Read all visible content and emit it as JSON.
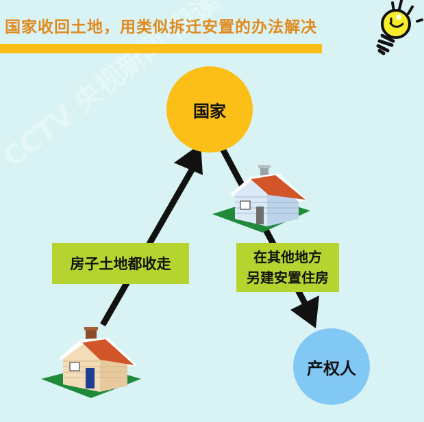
{
  "header": {
    "title": "国家收回土地，用类似拆迁安置的办法解决",
    "icon": "lightbulb-icon"
  },
  "watermark": {
    "text": "CCTV 央视新闻·深读"
  },
  "diagram": {
    "nodes": {
      "state": {
        "label": "国家",
        "color": "#fbbf17"
      },
      "owner": {
        "label": "产权人",
        "color": "#82c8f5"
      }
    },
    "edges": [
      {
        "from": "owner-house",
        "to": "state",
        "label": "房子土地都收走"
      },
      {
        "from": "state",
        "to": "owner",
        "label_lines": [
          "在其他地方",
          "另建安置住房"
        ]
      }
    ],
    "houses": [
      {
        "name": "original-house",
        "wall_color": "#f3dcb8",
        "door_color": "#1e3f8f",
        "roof_color": "#d2552a"
      },
      {
        "name": "resettlement-house",
        "wall_color": "#c9dff2",
        "door_color": "#6d6d6d",
        "roof_color": "#d2552a"
      }
    ],
    "colors": {
      "background": "#d9f3f5",
      "label_bg": "#b5d430",
      "title_text": "#e08a1e",
      "title_bar": "#fbbf17",
      "arrow": "#111111"
    }
  }
}
